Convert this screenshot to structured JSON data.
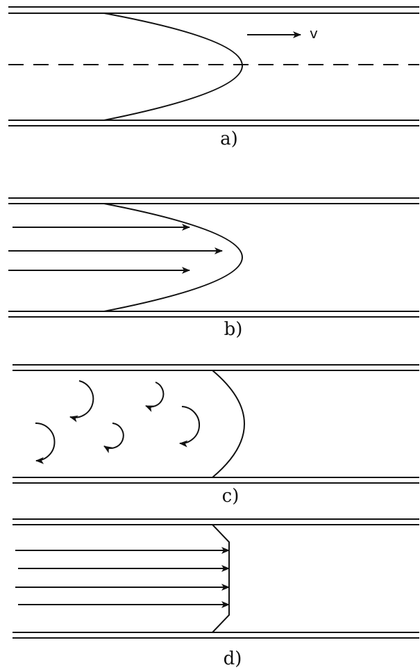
{
  "panels": [
    {
      "label": "a)",
      "description_text": ""
    },
    {
      "label": "b)"
    },
    {
      "label": "c)"
    },
    {
      "label": "d)"
    }
  ],
  "velocity_label": "v",
  "colors": {
    "stroke": "#111111",
    "background": "#ffffff"
  }
}
